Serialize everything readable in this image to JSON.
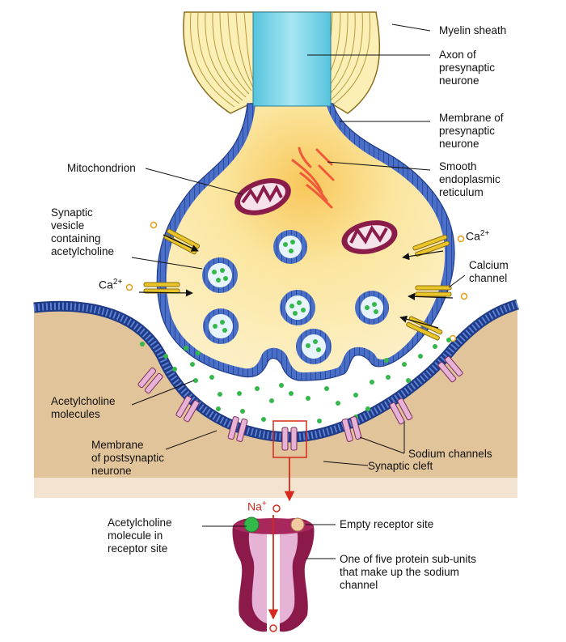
{
  "labels": {
    "myelin_sheath": "Myelin sheath",
    "axon": "Axon of\npresynaptic\nneurone",
    "membrane_pre": "Membrane of\npresynaptic\nneurone",
    "mitochondrion": "Mitochondrion",
    "ser": "Smooth\nendoplasmic\nreticulum",
    "synaptic_vesicle": "Synaptic\nvesicle\ncontaining\nacetylcholine",
    "calcium_channel": "Calcium\nchannel",
    "ach_molecules": "Acetylcholine\nmolecules",
    "membrane_post": "Membrane\nof postsynaptic\nneurone",
    "sodium_channels": "Sodium channels",
    "synaptic_cleft": "Synaptic cleft",
    "ach_in_receptor": "Acetylcholine\nmolecule in\nreceptor site",
    "empty_receptor": "Empty receptor site",
    "protein_subunits": "One of five protein sub-units\nthat make up the sodium\nchannel"
  },
  "ions": {
    "ca_base": "Ca",
    "ca_charge": "2+",
    "na_base": "Na",
    "na_charge": "+"
  },
  "colors": {
    "cytoplasm": "#fbeaa6",
    "axon": "#7fd6ea",
    "membrane": "#3b5fb8",
    "postsynaptic": "#e2c49a",
    "mitochondrion": "#8a1c4a",
    "ser": "#f05a3a",
    "vesicle_fill": "#e8f4fb",
    "acetylcholine": "#35b84a",
    "channel_ca": "#e9c52a",
    "channel_na": "#e6b3d6",
    "receptor": "#8b1a4a",
    "arrow_red": "#d52b1e"
  }
}
